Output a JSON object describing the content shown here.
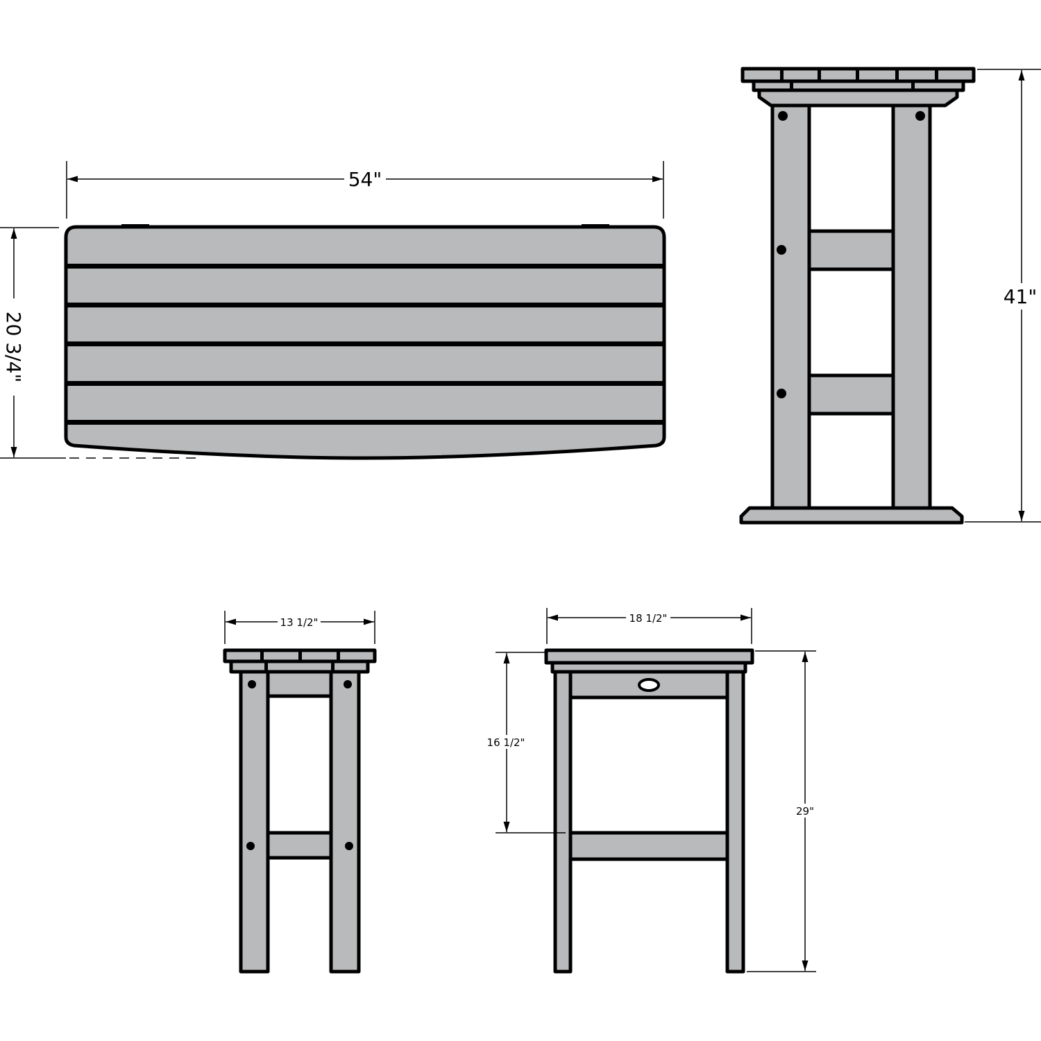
{
  "dimensions": {
    "bench_width": "54\"",
    "bench_depth": "20 3/4\"",
    "bench_height": "41\"",
    "stool_depth": "13 1/2\"",
    "stool_width": "18 1/2\"",
    "stool_rung_height": "16 1/2\"",
    "stool_height": "29\""
  },
  "colors": {
    "material": "#b8babc",
    "outline": "#000000"
  }
}
